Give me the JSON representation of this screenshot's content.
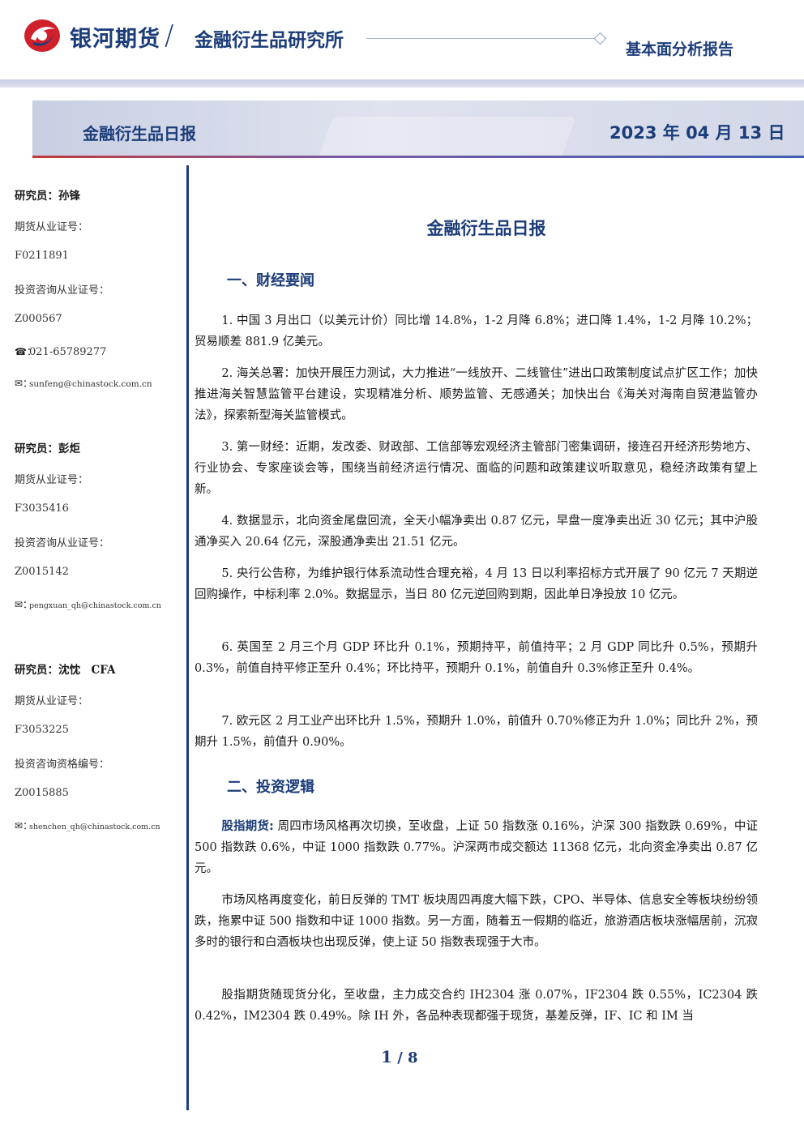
{
  "header": {
    "brand": "银河期货",
    "slash": "/",
    "institute": "金融衍生品研究所",
    "report_type": "基本面分析报告"
  },
  "banner": {
    "title": "金融衍生品日报",
    "date": "2023 年 04 月 13 日"
  },
  "sidebar": {
    "researchers": [
      {
        "name": "研究员：孙锋",
        "license_label": "期货从业证号：",
        "license": "F0211891",
        "consult_label": "投资咨询从业证号：",
        "consult": "Z000567",
        "phone_icon": "☎：",
        "phone": "021-65789277",
        "email_icon": "✉：",
        "email": "sunfeng@chinastock.com.cn"
      },
      {
        "name": "研究员：彭炬",
        "license_label": "期货从业证号：",
        "license": "F3035416",
        "consult_label": "投资咨询从业证号：",
        "consult": "Z0015142",
        "email_icon": "✉：",
        "email": "pengxuan_qh@chinastock.com.cn"
      },
      {
        "name": "研究员：沈忱　CFA",
        "license_label": "期货从业证号：",
        "license": "F3053225",
        "consult_label": "投资咨询资格编号：",
        "consult": "Z0015885",
        "email_icon": "✉：",
        "email": "shenchen_qh@chinastock.com.cn"
      }
    ]
  },
  "main": {
    "title": "金融衍生品日报",
    "section1": "一、财经要闻",
    "news": [
      "1. 中国 3 月出口（以美元计价）同比增 14.8%，1-2 月降 6.8%；进口降 1.4%，1-2 月降 10.2%；贸易顺差 881.9 亿美元。",
      "2. 海关总署：加快开展压力测试，大力推进“一线放开、二线管住”进出口政策制度试点扩区工作；加快推进海关智慧监管平台建设，实现精准分析、顺势监管、无感通关；加快出台《海关对海南自贸港监管办法》，探索新型海关监管模式。",
      "3. 第一财经：近期，发改委、财政部、工信部等宏观经济主管部门密集调研，接连召开经济形势地方、行业协会、专家座谈会等，围绕当前经济运行情况、面临的问题和政策建议听取意见，稳经济政策有望上新。",
      "4. 数据显示，北向资金尾盘回流，全天小幅净卖出 0.87 亿元，早盘一度净卖出近 30 亿元；其中沪股通净买入 20.64 亿元，深股通净卖出 21.51 亿元。",
      "5. 央行公告称，为维护银行体系流动性合理充裕，4 月 13 日以利率招标方式开展了 90 亿元 7 天期逆回购操作，中标利率 2.0%。数据显示，当日 80 亿元逆回购到期，因此单日净投放 10 亿元。",
      "6. 英国至 2 月三个月 GDP 环比升 0.1%，预期持平，前值持平；2 月 GDP 同比升 0.5%，预期升 0.3%，前值自持平修正至升 0.4%；环比持平，预期升 0.1%，前值自升 0.3%修正至升 0.4%。",
      "7. 欧元区 2 月工业产出环比升 1.5%，预期升 1.0%，前值升 0.70%修正为升 1.0%；同比升 2%，预期升 1.5%，前值升 0.90%。"
    ],
    "section2": "二、投资逻辑",
    "logic_lead": "股指期货:",
    "logic_p1": " 周四市场风格再次切换，至收盘，上证 50 指数涨 0.16%，沪深 300 指数跌 0.69%，中证 500 指数跌 0.6%，中证 1000 指数跌 0.77%。沪深两市成交额达 11368 亿元，北向资金净卖出 0.87 亿元。",
    "logic_p2": "市场风格再度变化，前日反弹的 TMT 板块周四再度大幅下跌，CPO、半导体、信息安全等板块纷纷领跌，拖累中证 500 指数和中证 1000 指数。另一方面，随着五一假期的临近，旅游酒店板块涨幅居前，沉寂多时的银行和白酒板块也出现反弹，使上证 50 指数表现强于大市。",
    "logic_p3": "股指期货随现货分化，至收盘，主力成交合约 IH2304 涨 0.07%，IF2304 跌 0.55%，IC2304 跌 0.42%，IM2304 跌 0.49%。除 IH 外，各品种表现都强于现货，基差反弹，IF、IC 和 IM 当"
  },
  "footer": {
    "page": "1",
    "sep": " / ",
    "total": "8"
  },
  "colors": {
    "brand_blue": "#1c3d7a",
    "logo_red": "#d0202a"
  }
}
